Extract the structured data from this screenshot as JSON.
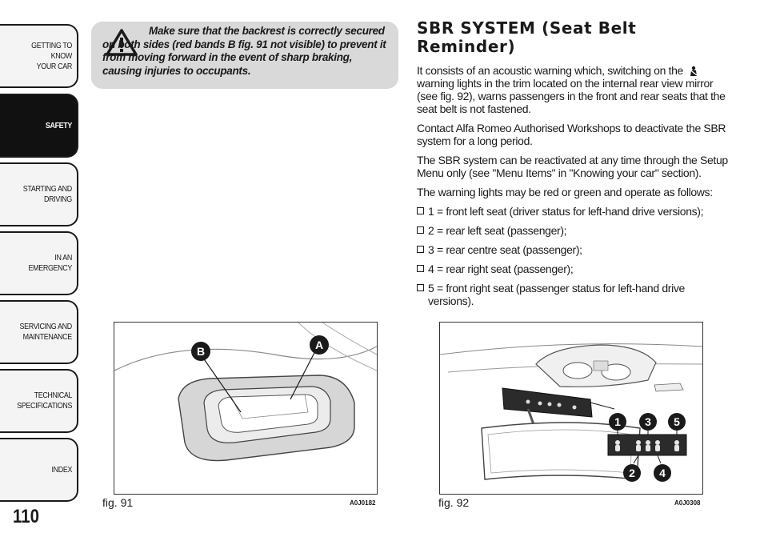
{
  "sidebar": {
    "tabs": [
      {
        "label": "GETTING TO KNOW\nYOUR CAR",
        "active": false
      },
      {
        "label": "SAFETY",
        "active": true
      },
      {
        "label": "STARTING AND\nDRIVING",
        "active": false
      },
      {
        "label": "IN AN EMERGENCY",
        "active": false
      },
      {
        "label": "SERVICING AND\nMAINTENANCE",
        "active": false
      },
      {
        "label": "TECHNICAL\nSPECIFICATIONS",
        "active": false
      },
      {
        "label": "INDEX",
        "active": false
      }
    ],
    "page_number": "110"
  },
  "warning": {
    "text": "Make sure that the backrest is correctly secured on both sides (red bands B fig. 91 not visible) to prevent it from moving forward in the event of sharp braking,",
    "text_tail": "causing injuries to occupants."
  },
  "section": {
    "title": "SBR SYSTEM (Seat Belt Reminder)",
    "p1_before": "It consists of an acoustic warning which, switching on the",
    "p1_after": "warning lights in the trim located on the internal rear view mirror (see fig. 92), warns passengers in the front and rear seats that the seat belt is not fastened.",
    "p2": "Contact Alfa Romeo Authorised Workshops to deactivate the SBR system for a long period.",
    "p3": "The SBR system can be reactivated at any time through the Setup Menu only (see \"Menu Items\" in \"Knowing your car\" section).",
    "p4": "The warning lights may be red or green and operate as follows:",
    "items": [
      "1 = front left seat (driver status for left-hand drive versions);",
      "2 = rear left seat (passenger);",
      "3 = rear centre seat (passenger);",
      "4 = rear right seat (passenger);",
      "5 = front right seat (passenger status for left-hand drive versions)."
    ]
  },
  "figures": {
    "fig91": {
      "caption": "fig. 91",
      "code": "A0J0182",
      "label_a": "A",
      "label_b": "B"
    },
    "fig92": {
      "caption": "fig. 92",
      "code": "A0J0308",
      "markers": [
        "1",
        "2",
        "3",
        "4",
        "5"
      ]
    }
  }
}
